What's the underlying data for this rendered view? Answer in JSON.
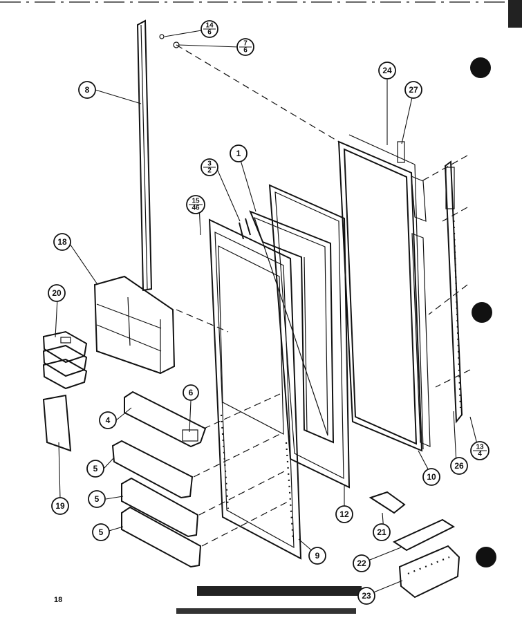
{
  "page_number": "18",
  "callouts": [
    {
      "id": "c1",
      "label": "1",
      "fraction": false
    },
    {
      "id": "c3",
      "label": "3",
      "denominator": "2",
      "fraction": true
    },
    {
      "id": "c4",
      "label": "4",
      "fraction": false
    },
    {
      "id": "c5a",
      "label": "5",
      "fraction": false
    },
    {
      "id": "c5b",
      "label": "5",
      "fraction": false
    },
    {
      "id": "c5c",
      "label": "5",
      "fraction": false
    },
    {
      "id": "c6",
      "label": "6",
      "fraction": false
    },
    {
      "id": "c7",
      "label": "7",
      "denominator": "6",
      "fraction": true
    },
    {
      "id": "c8",
      "label": "8",
      "fraction": false
    },
    {
      "id": "c9",
      "label": "9",
      "fraction": false
    },
    {
      "id": "c10",
      "label": "10",
      "fraction": false
    },
    {
      "id": "c12",
      "label": "12",
      "fraction": false
    },
    {
      "id": "c13",
      "label": "13",
      "denominator": "4",
      "fraction": true
    },
    {
      "id": "c14",
      "label": "14",
      "denominator": "6",
      "fraction": true
    },
    {
      "id": "c15",
      "label": "15",
      "denominator": "46",
      "fraction": true
    },
    {
      "id": "c18",
      "label": "18",
      "fraction": false
    },
    {
      "id": "c19",
      "label": "19",
      "fraction": false
    },
    {
      "id": "c20",
      "label": "20",
      "fraction": false
    },
    {
      "id": "c21",
      "label": "21",
      "fraction": false
    },
    {
      "id": "c22",
      "label": "22",
      "fraction": false
    },
    {
      "id": "c23",
      "label": "23",
      "fraction": false
    },
    {
      "id": "c24",
      "label": "24",
      "fraction": false
    },
    {
      "id": "c26",
      "label": "26",
      "fraction": false
    },
    {
      "id": "c27",
      "label": "27",
      "fraction": false
    }
  ]
}
